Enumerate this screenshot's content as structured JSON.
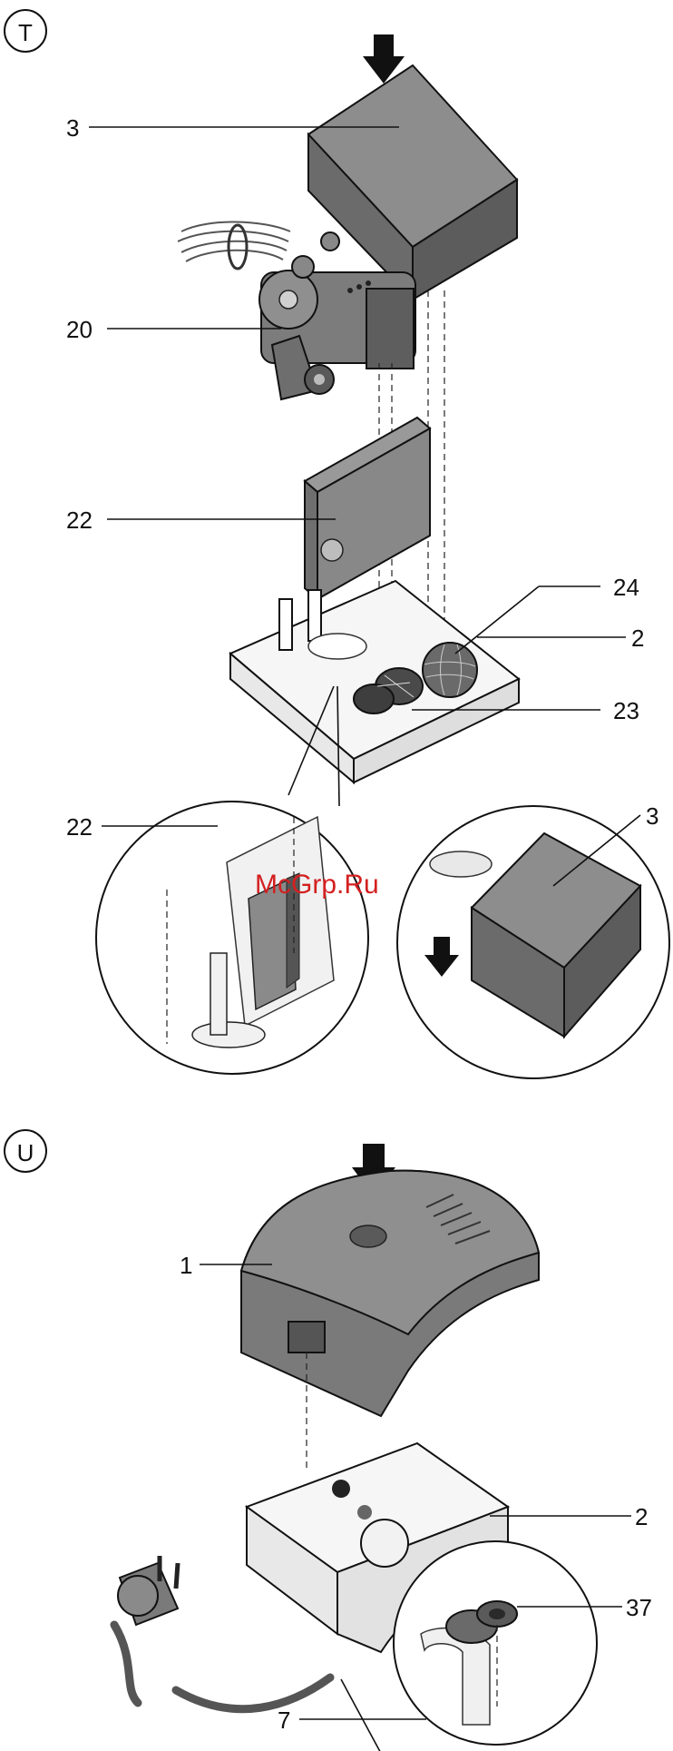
{
  "sections": [
    {
      "letter": "T"
    },
    {
      "letter": "U"
    }
  ],
  "callouts_t": {
    "c3_top": "3",
    "c20": "20",
    "c22_top": "22",
    "c24": "24",
    "c2_top": "2",
    "c23": "23",
    "c22_detail": "22",
    "c3_detail": "3"
  },
  "callouts_u": {
    "c1": "1",
    "c2": "2",
    "c37": "37",
    "c7": "7"
  },
  "watermark": "McGrp.Ru",
  "colors": {
    "housing_dark": "#6e6e6e",
    "housing_mid": "#8a8a8a",
    "housing_light": "#a6a6a6",
    "base_white": "#f4f4f4",
    "watermark": "#d42020"
  }
}
